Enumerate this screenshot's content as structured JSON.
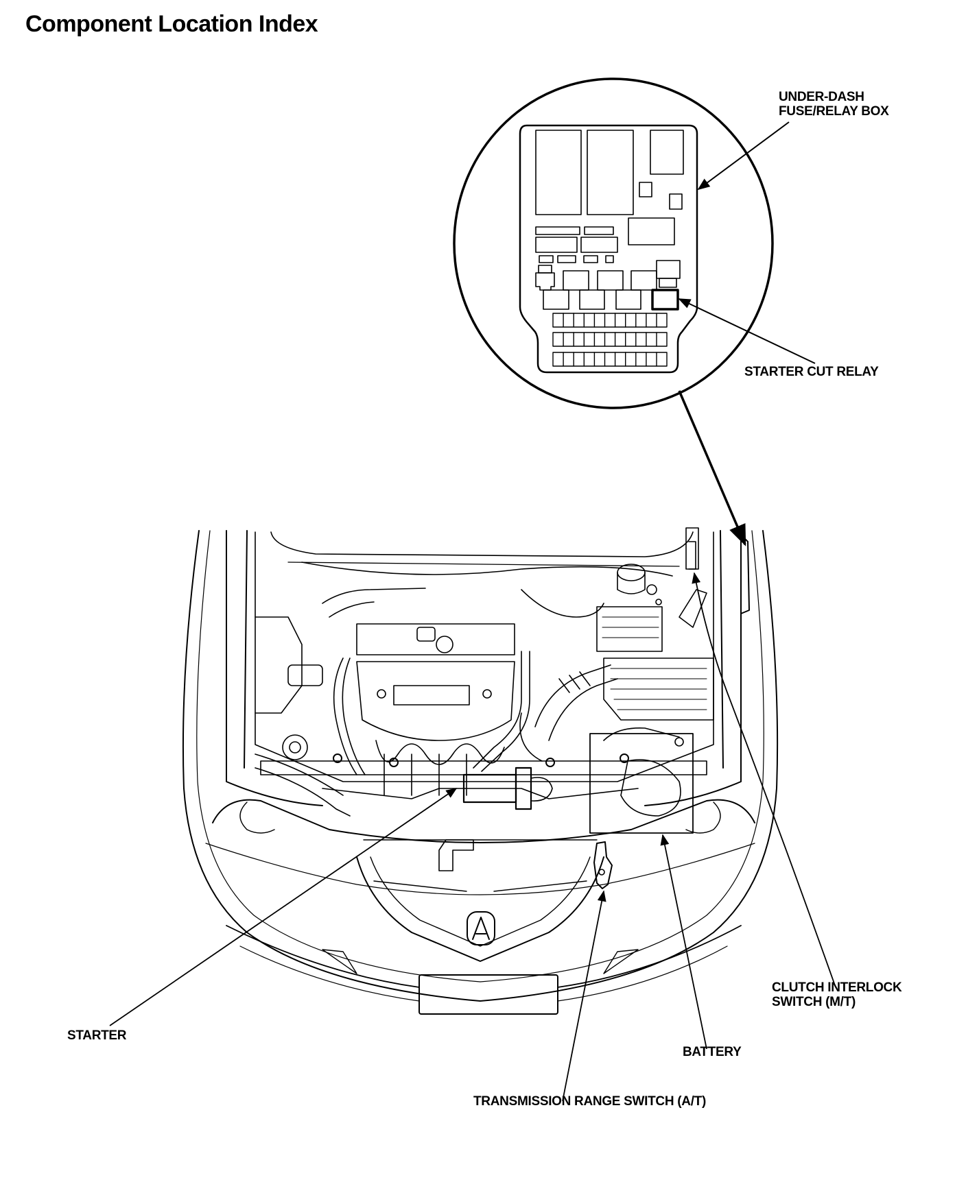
{
  "page": {
    "title": "Component Location Index"
  },
  "diagram": {
    "subject": "engine compartment overview with under-dash fuse/relay box detail",
    "callouts": [
      {
        "id": "under-dash-fuse-relay-box",
        "lines": [
          "UNDER-DASH",
          "FUSE/RELAY BOX"
        ]
      },
      {
        "id": "starter-cut-relay",
        "lines": [
          "STARTER CUT RELAY"
        ]
      },
      {
        "id": "clutch-interlock-switch",
        "lines": [
          "CLUTCH INTERLOCK",
          "SWITCH (M/T)"
        ]
      },
      {
        "id": "battery",
        "lines": [
          "BATTERY"
        ]
      },
      {
        "id": "transmission-range-switch",
        "lines": [
          "TRANSMISSION RANGE SWITCH (A/T)"
        ]
      },
      {
        "id": "starter",
        "lines": [
          "STARTER"
        ]
      }
    ]
  }
}
